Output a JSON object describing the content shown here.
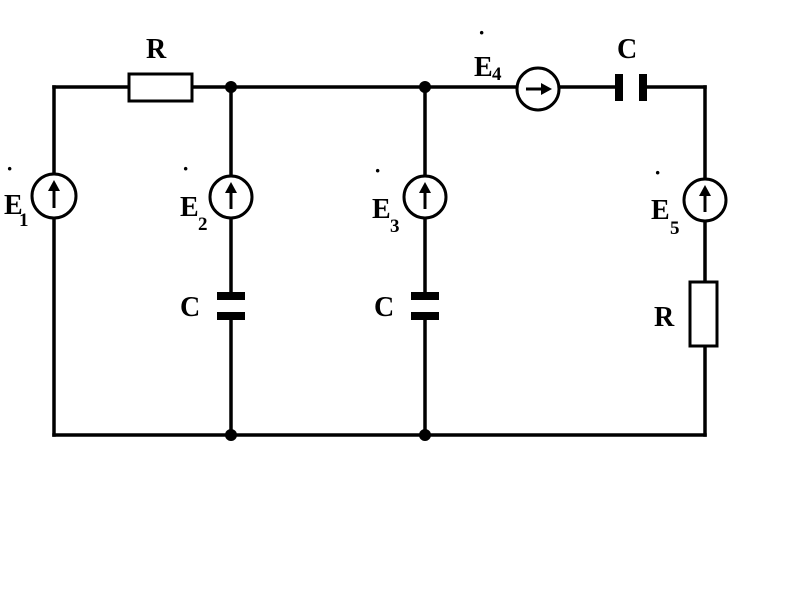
{
  "labels": {
    "r_top": "R",
    "c_top": "C",
    "c_branch2": "C",
    "c_branch3": "C",
    "r_right": "R"
  },
  "sources": [
    {
      "id": "E1",
      "letter": "E",
      "subscript": "1",
      "direction": "up"
    },
    {
      "id": "E2",
      "letter": "E",
      "subscript": "2",
      "direction": "up"
    },
    {
      "id": "E3",
      "letter": "E",
      "subscript": "3",
      "direction": "up"
    },
    {
      "id": "E4",
      "letter": "E",
      "subscript": "4",
      "direction": "right"
    },
    {
      "id": "E5",
      "letter": "E",
      "subscript": "5",
      "direction": "up"
    }
  ]
}
